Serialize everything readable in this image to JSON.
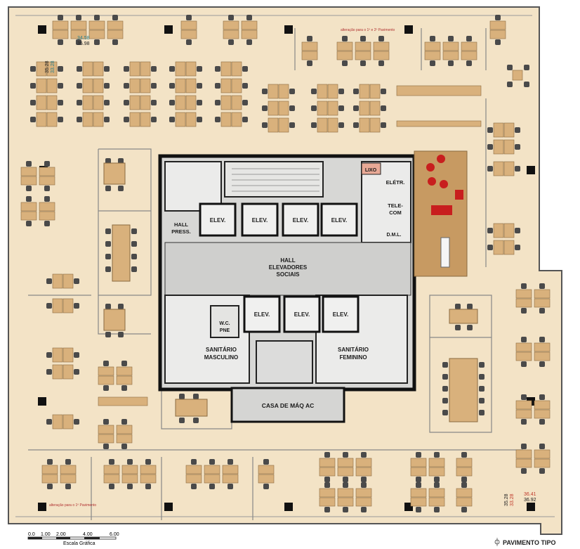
{
  "rooms": {
    "elevator": "ELEV.",
    "hall_press_1": "HALL",
    "hall_press_2": "PRESS.",
    "hall_social_1": "HALL",
    "hall_social_2": "ELEVADORES",
    "hall_social_3": "SOCIAIS",
    "lixo": "LIXO",
    "eletr": "ELÉTR.",
    "telecom_1": "TELE-",
    "telecom_2": "COM",
    "dml": "D.M.L.",
    "wc_1": "W.C.",
    "wc_2": "PNE",
    "san_masc_1": "SANITÁRIO",
    "san_masc_2": "MASCULINO",
    "san_fem_1": "SANITÁRIO",
    "san_fem_2": "FEMININO",
    "casa_maq": "CASA DE MÁQ AC"
  },
  "dimensions": {
    "top_left_a": "34.58",
    "top_left_b": "35.98",
    "left_a": "35.28",
    "left_b": "33.28",
    "bottom_right_a": "35.28",
    "bottom_right_b": "33.28",
    "bottom_right_c": "36.41",
    "bottom_right_d": "36.92"
  },
  "notes": {
    "top_note": "alteração para o 1º e 2º Pavimento",
    "bottom_note": "alteração para o 1º Pavimento"
  },
  "scale": {
    "ticks": [
      "0.0",
      "1.00",
      "2.00",
      "4.00",
      "6.00"
    ],
    "caption": "Escala Gráfica"
  },
  "title": "PAVIMENTO TIPO",
  "colors": {
    "floor": "#f3e3c6",
    "desk": "#d9b17c",
    "chair": "#4a4a4a",
    "wall": "#111111",
    "core_gray": "#d7d7d5",
    "wood": "#c79a62",
    "red": "#c81e1e",
    "teal_dim": "#2a7f8c",
    "red_dim": "#c0392b"
  }
}
